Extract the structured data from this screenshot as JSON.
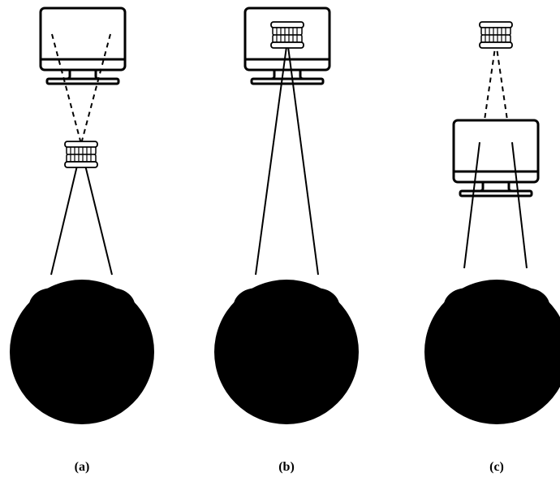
{
  "figure": {
    "panels": [
      {
        "label": "(a)",
        "arrangement": "teeth-in-front-of-monitor"
      },
      {
        "label": "(b)",
        "arrangement": "teeth-on-monitor-screen"
      },
      {
        "label": "(c)",
        "arrangement": "teeth-behind-monitor"
      }
    ],
    "colors": {
      "ink": "#000000",
      "paper": "#ffffff"
    },
    "icons": [
      "monitor-icon",
      "teeth-icon",
      "head-icon",
      "eye-icon"
    ]
  }
}
